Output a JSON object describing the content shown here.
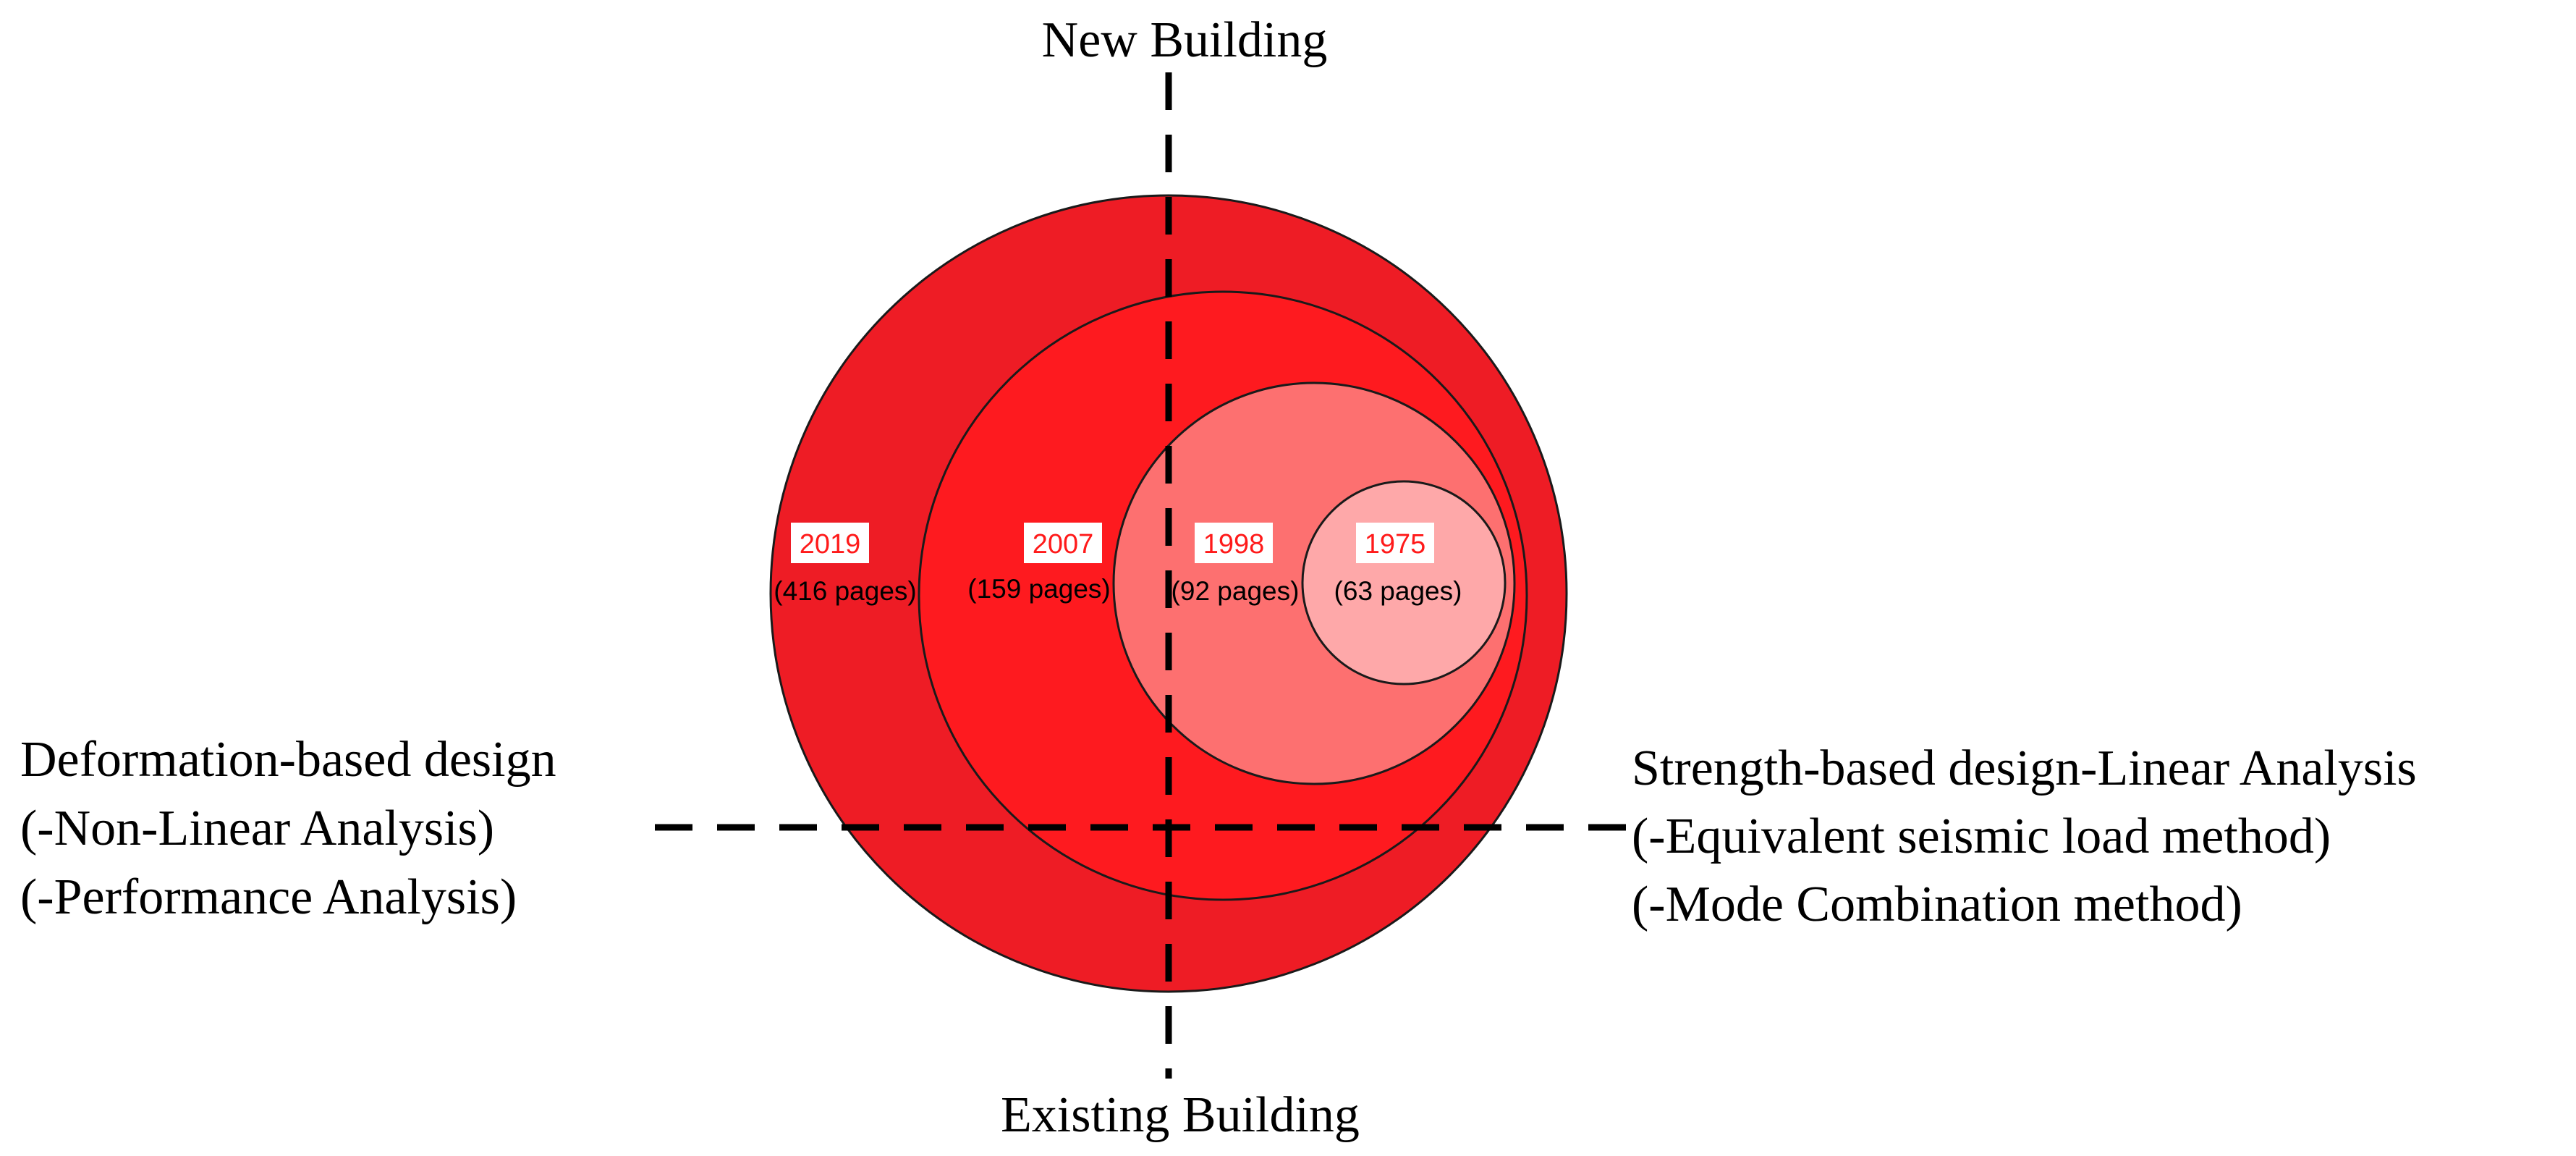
{
  "axis_labels": {
    "top": "New Building",
    "bottom": "Existing Building",
    "left": [
      "Deformation-based design",
      "(-Non-Linear Analysis)",
      "(-Performance Analysis)"
    ],
    "right": [
      "Strength-based design-Linear Analysis",
      "(-Equivalent seismic load method)",
      "(-Mode Combination method)"
    ]
  },
  "editions": [
    {
      "year": "2019",
      "pages": "(416 pages)",
      "color": "#ee1c25"
    },
    {
      "year": "2007",
      "pages": "(159 pages)",
      "color": "#fe1a1f"
    },
    {
      "year": "1998",
      "pages": "(92 pages)",
      "color": "#fd7070"
    },
    {
      "year": "1975",
      "pages": "(63 pages)",
      "color": "#fea8a9"
    }
  ],
  "colors": {
    "year_text": "#ff1a1a",
    "outline": "#1a1a1a",
    "axis": "#000000"
  }
}
